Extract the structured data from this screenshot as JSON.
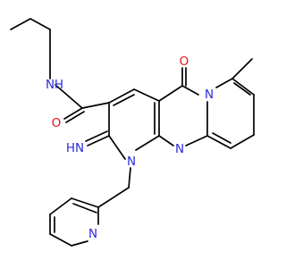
{
  "colors": {
    "background": "#ffffff",
    "bond": "#000000",
    "nitrogen": "#2a2adb",
    "oxygen": "#e01414"
  },
  "atom_labels": [
    {
      "id": "nh_amide",
      "text": "N",
      "sub": "H",
      "color": "nitrogen"
    },
    {
      "id": "o_amide",
      "text": "O",
      "color": "oxygen"
    },
    {
      "id": "o_ketone",
      "text": "O",
      "color": "oxygen"
    },
    {
      "id": "n_pyrido",
      "text": "N",
      "color": "nitrogen"
    },
    {
      "id": "n_pyrimidine",
      "text": "N",
      "color": "nitrogen"
    },
    {
      "id": "n1",
      "text": "N",
      "color": "nitrogen"
    },
    {
      "id": "imine",
      "text": "HN",
      "color": "nitrogen"
    },
    {
      "id": "n_pyridine",
      "text": "N",
      "color": "nitrogen"
    }
  ]
}
